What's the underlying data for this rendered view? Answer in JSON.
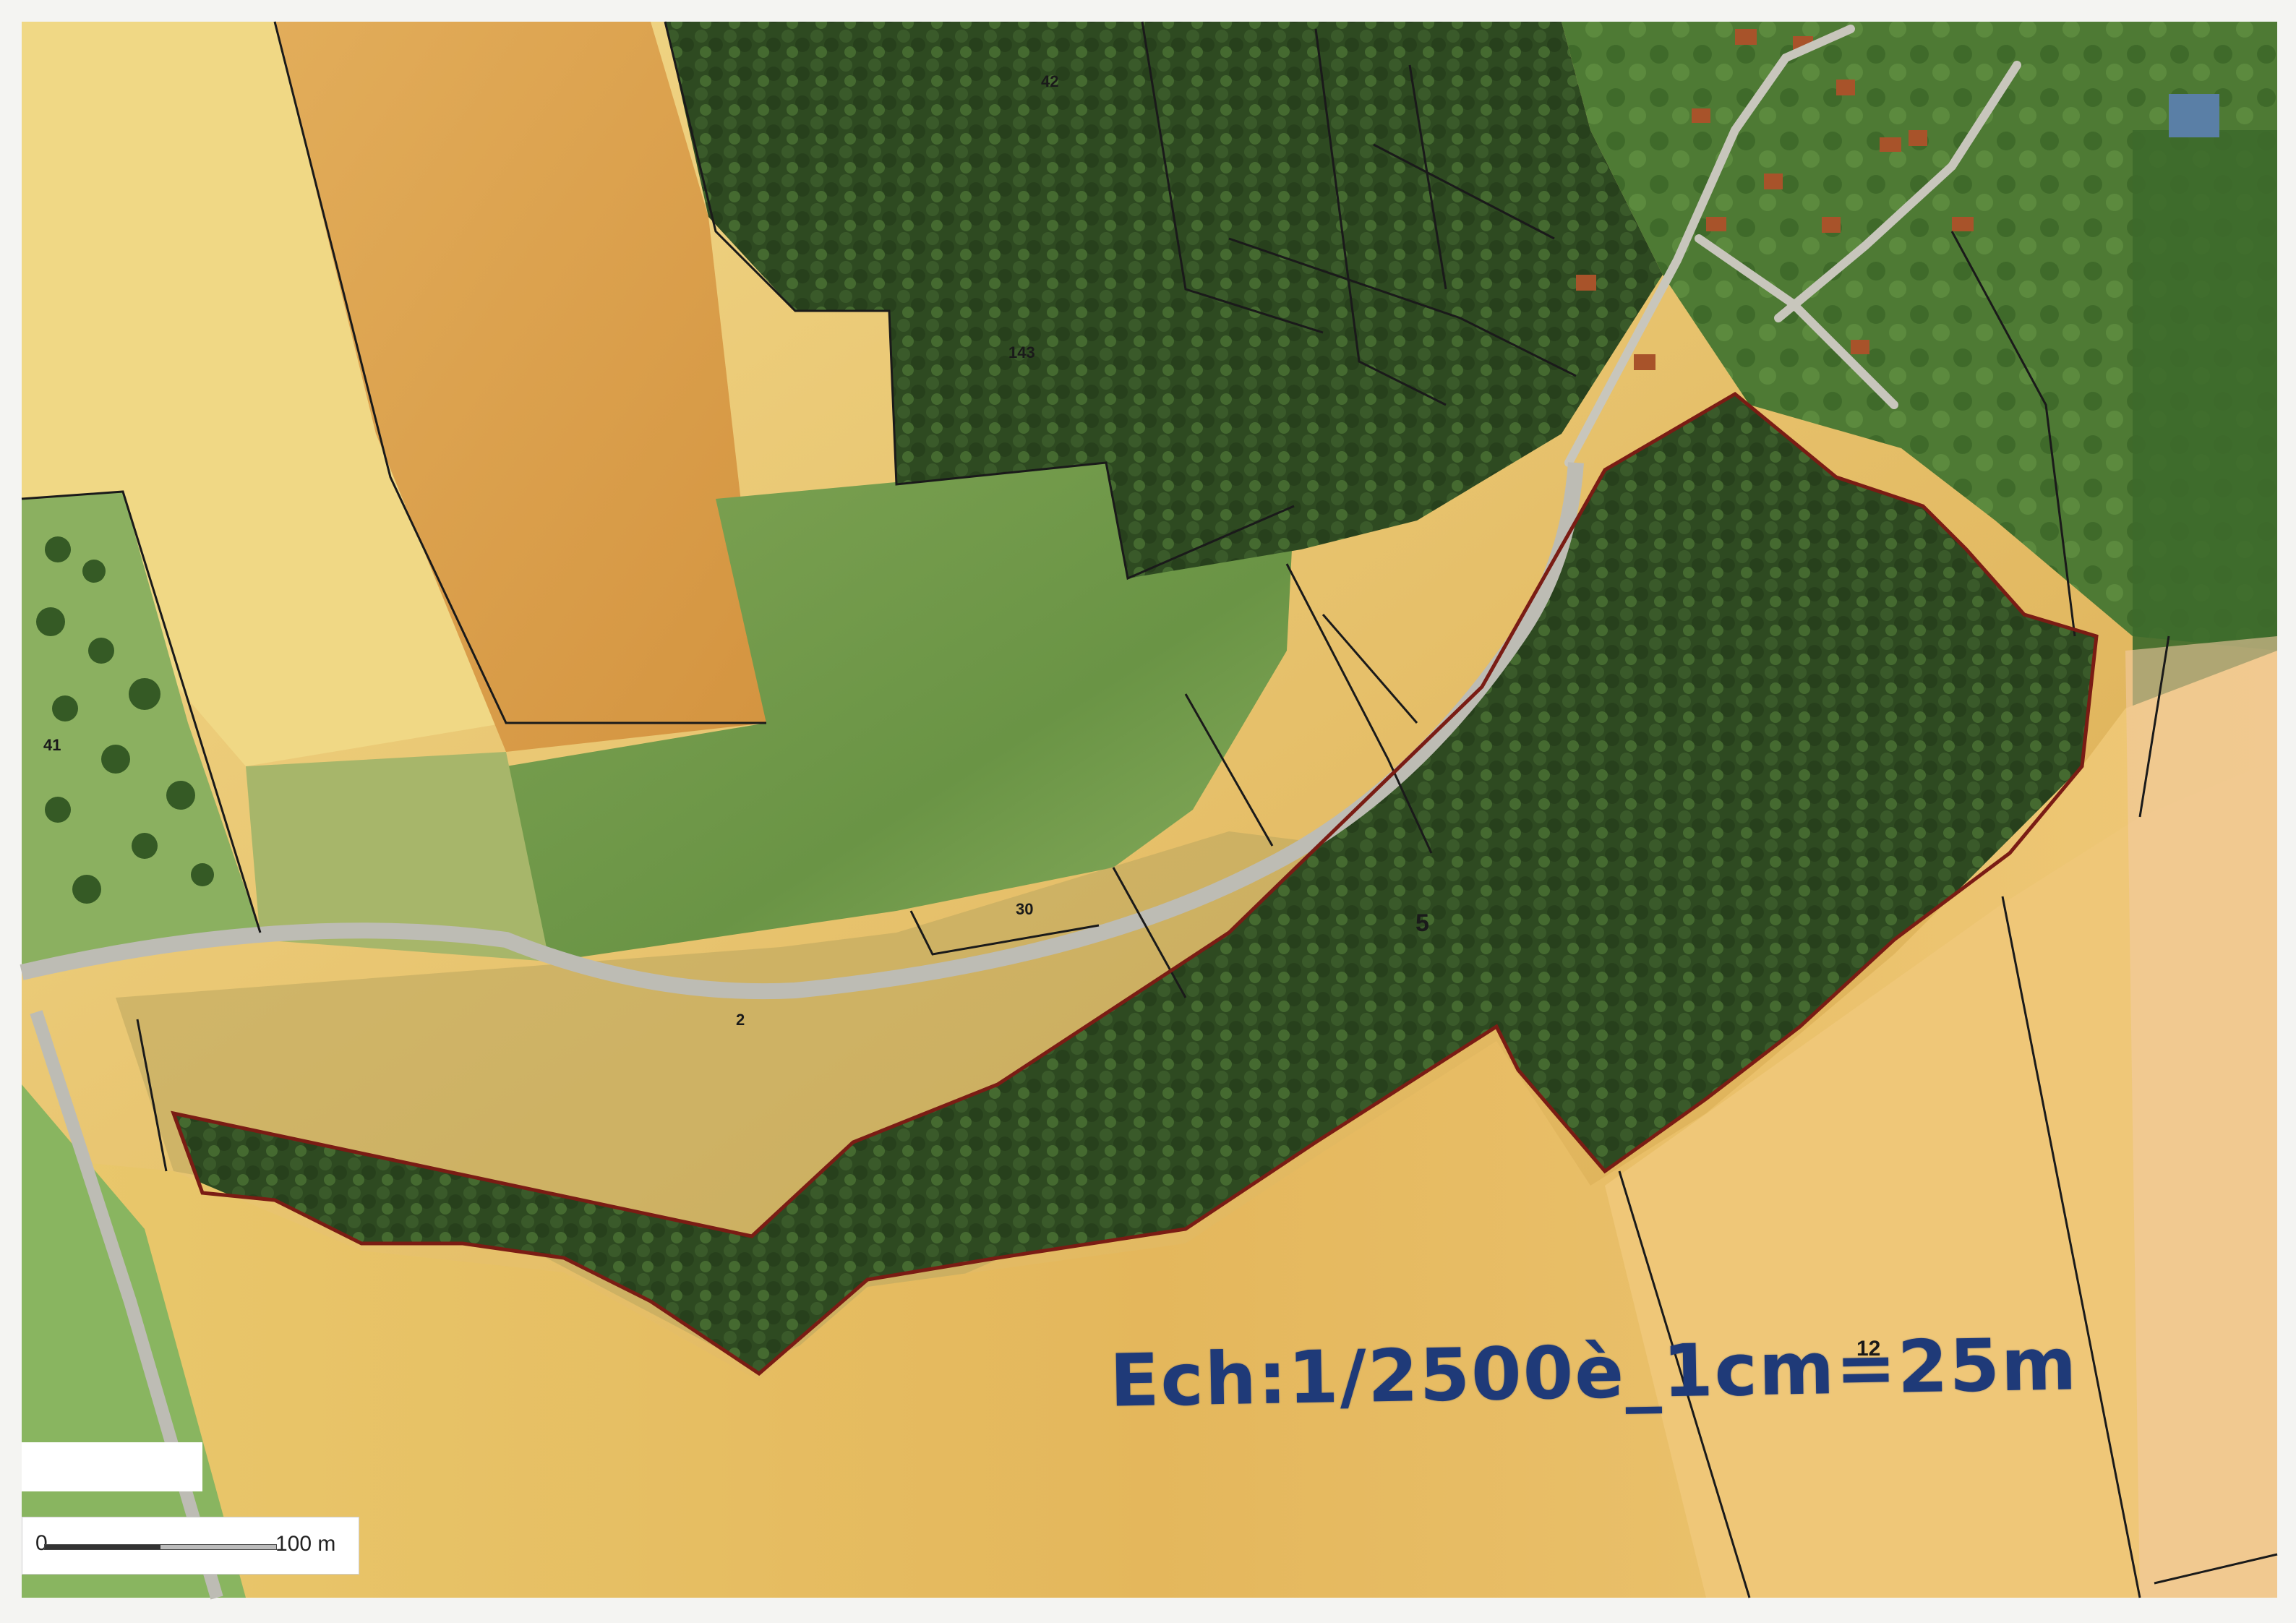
{
  "scale_note": "Ech:1/2500è_1cm=25m",
  "scale_bar": {
    "start_label": "0",
    "end_label": "100 m"
  },
  "parcel_labels": [
    {
      "id": "p42",
      "text": "42"
    },
    {
      "id": "p143",
      "text": "143"
    },
    {
      "id": "p41",
      "text": "41"
    },
    {
      "id": "p5",
      "text": "5"
    },
    {
      "id": "p2",
      "text": "2"
    },
    {
      "id": "p12",
      "text": "12"
    },
    {
      "id": "p30",
      "text": "30"
    }
  ],
  "colors": {
    "field_yellow": "#e8c56a",
    "field_orange": "#d8a048",
    "field_green": "#7fa24f",
    "forest": "#2f4a22",
    "road": "#b8b8b0",
    "parcel_line": "#1a1a1a",
    "perimeter": "#7a1c14",
    "scale_text": "#1f3a78"
  }
}
